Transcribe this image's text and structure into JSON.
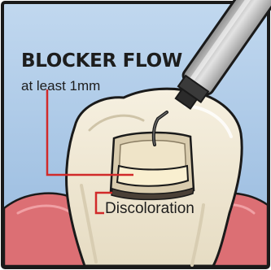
{
  "diagram": {
    "title": "BLOCKER FLOW",
    "subtitle": "at least 1mm",
    "callout": "Discoloration",
    "colors": {
      "background": "#a9c8e8",
      "border": "#1a1a1a",
      "gum": "#dc6f74",
      "tooth": "#f4ecd8",
      "blocker_layer": "#f9efd0",
      "discoloration": "#4a4037",
      "leader_line": "#d12a2a",
      "instrument": "#bfbfbf"
    },
    "icons": [
      "dental-applicator-icon",
      "tooth-icon"
    ]
  }
}
